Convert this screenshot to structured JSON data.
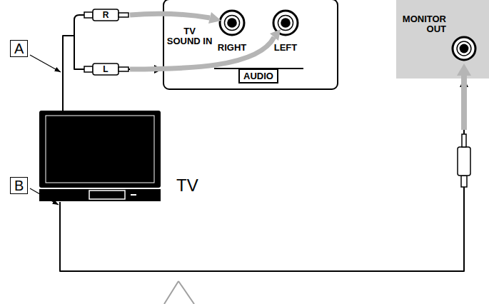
{
  "diagram": {
    "nodes": [
      {
        "text": [
          "A"
        ]
      },
      {
        "text": [
          "TV SOUND IN",
          "RIGHT",
          "LEFT"
        ]
      },
      {
        "text": [
          "AUDIO"
        ],
        "in": 1
      },
      {
        "text": [
          "MONITOR OUT"
        ]
      },
      {
        "text": [
          "TV"
        ]
      },
      {
        "text": [
          "B"
        ]
      }
    ],
    "edges": [
      {
        "from": 4,
        "to": 1,
        "arrow": "to"
      },
      {
        "from": 4,
        "to": 3,
        "arrow": "to"
      }
    ],
    "labels": [
      "R",
      "L"
    ]
  }
}
